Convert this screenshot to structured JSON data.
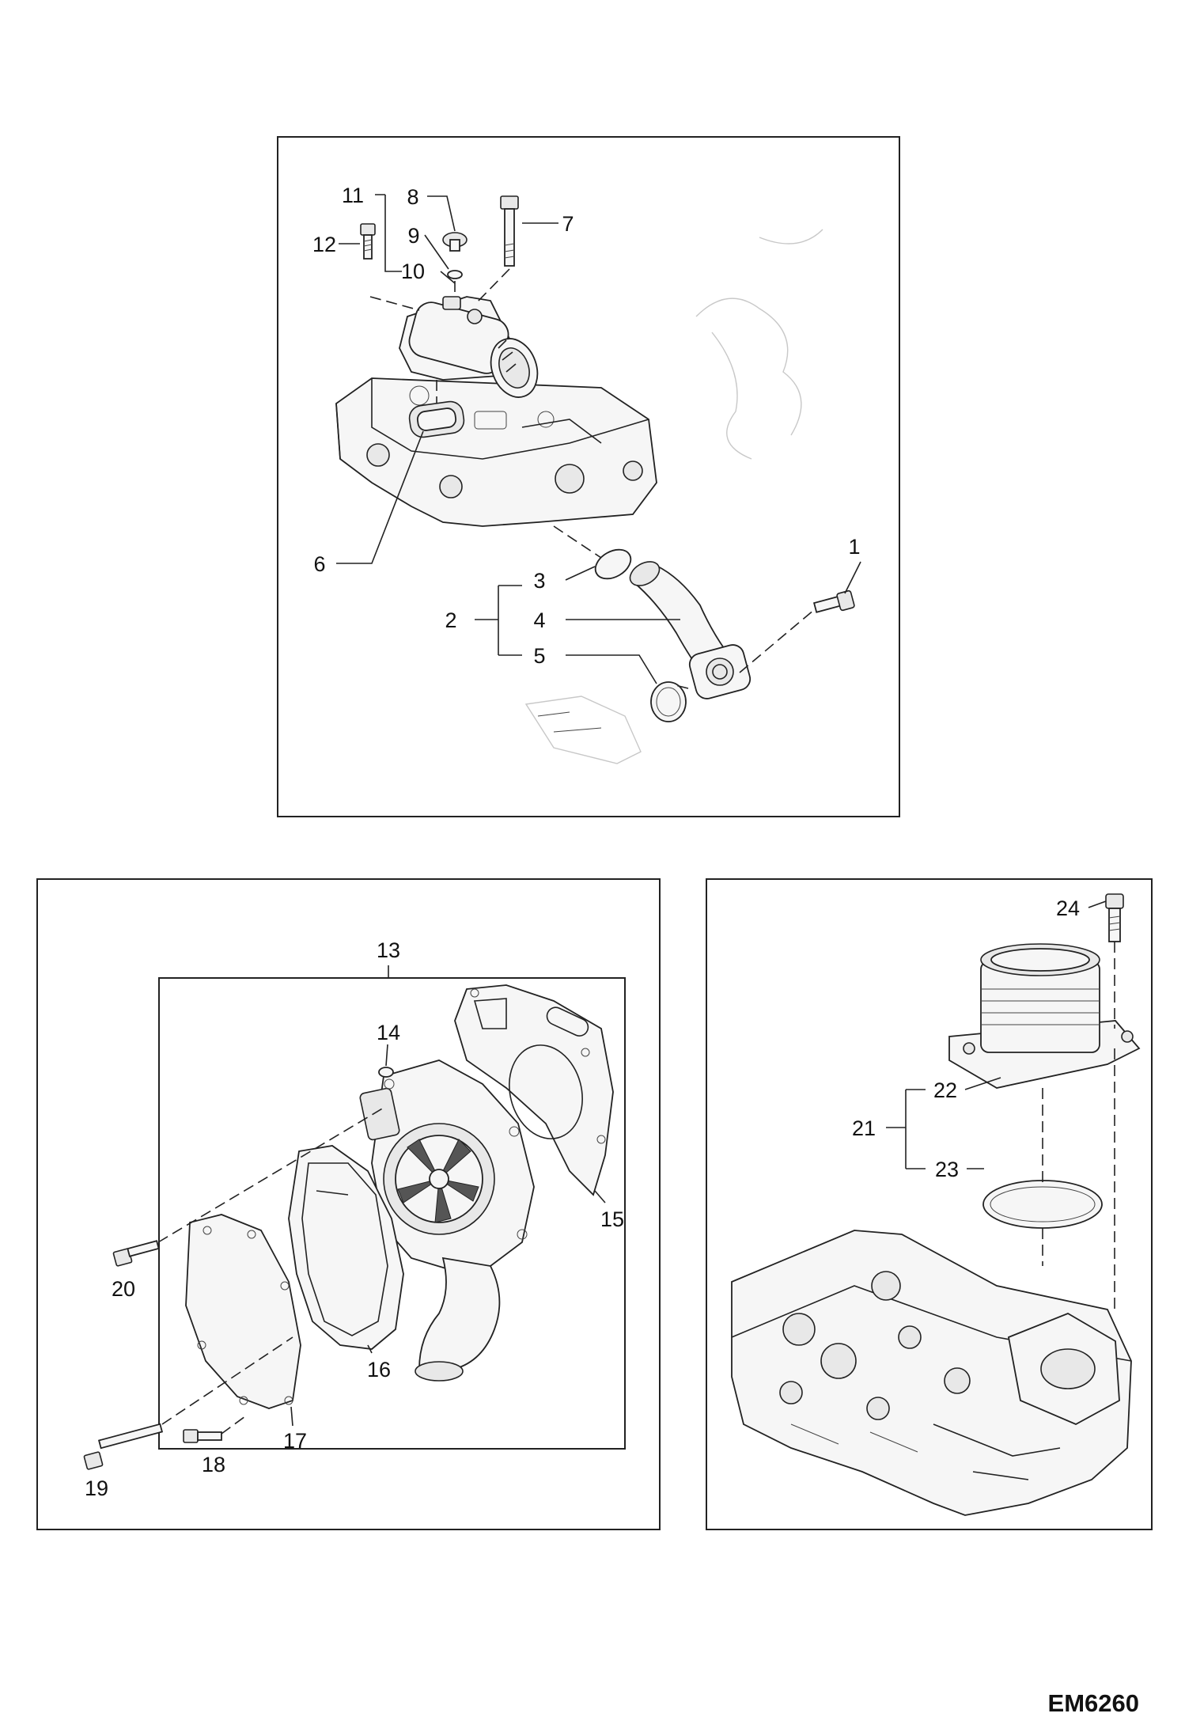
{
  "drawing_code": "EM6260",
  "panels": {
    "thermostat_housing": {
      "callouts": [
        "1",
        "2",
        "3",
        "4",
        "5",
        "6",
        "7",
        "8",
        "9",
        "10",
        "11",
        "12"
      ]
    },
    "water_pump": {
      "callouts": [
        "13",
        "14",
        "15",
        "16",
        "17",
        "18",
        "19",
        "20"
      ]
    },
    "outlet_connector": {
      "callouts": [
        "21",
        "22",
        "23",
        "24"
      ]
    }
  }
}
